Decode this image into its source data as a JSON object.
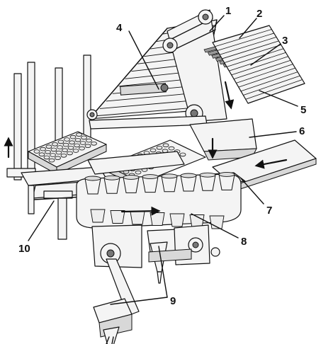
{
  "callouts": [
    {
      "id": "1",
      "text": "1"
    },
    {
      "id": "2",
      "text": "2"
    },
    {
      "id": "3",
      "text": "3"
    },
    {
      "id": "4",
      "text": "4"
    },
    {
      "id": "5",
      "text": "5"
    },
    {
      "id": "6",
      "text": "6"
    },
    {
      "id": "7",
      "text": "7"
    },
    {
      "id": "8",
      "text": "8"
    },
    {
      "id": "9",
      "text": "9"
    },
    {
      "id": "10",
      "text": "10"
    }
  ],
  "colors": {
    "line": "#111111",
    "fill_light": "#f4f4f4",
    "fill_mid": "#d8d8d8",
    "fill_dark": "#777777"
  }
}
